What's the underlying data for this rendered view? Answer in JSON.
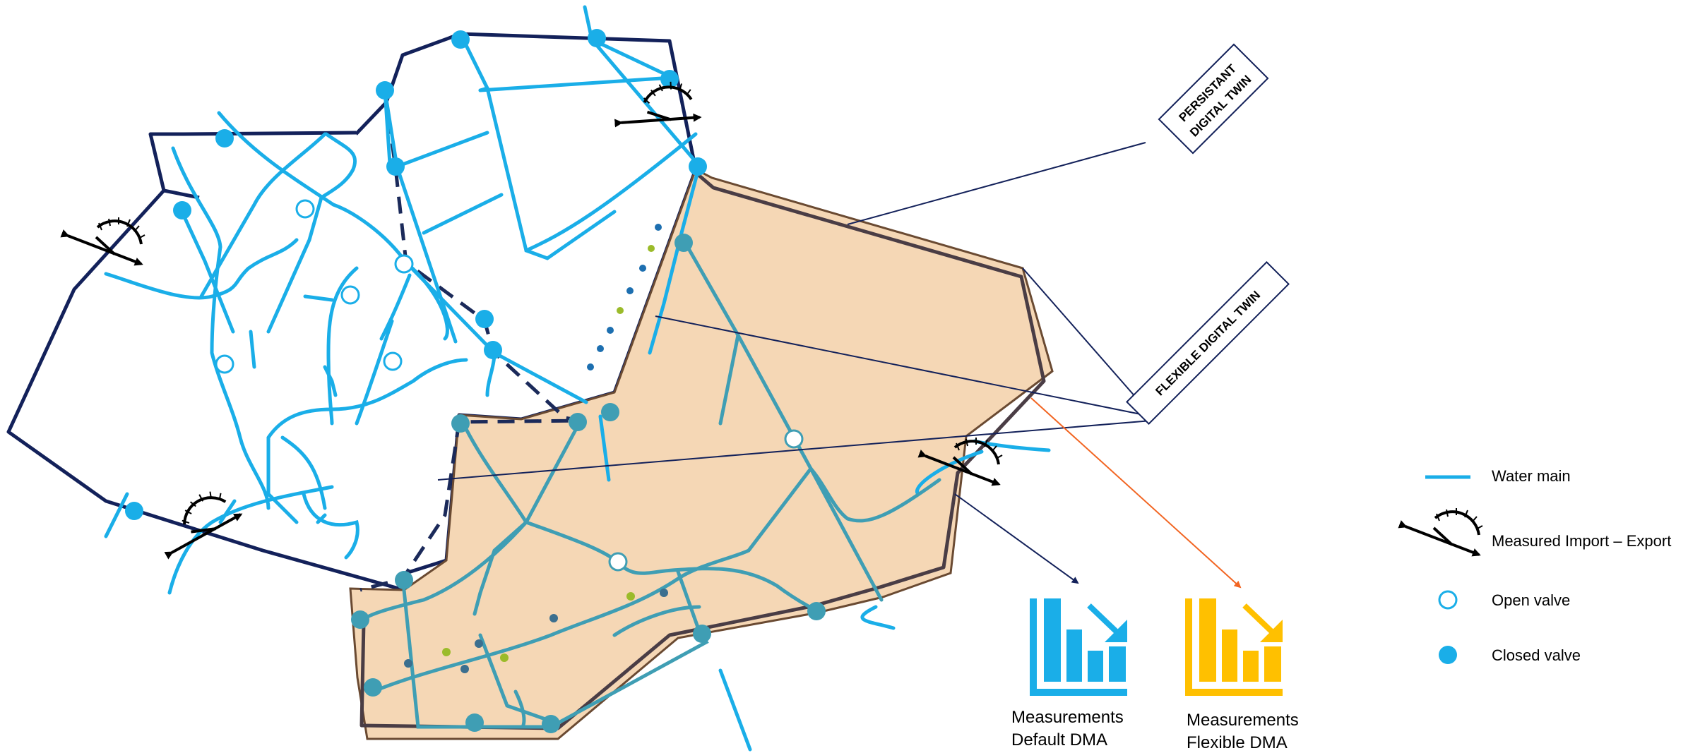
{
  "twins": {
    "persistent": [
      "PERSISTANT",
      "DIGITAL TWIN"
    ],
    "flexible": "FLEXIBLE  DIGITAL TWIN"
  },
  "measurements": {
    "default": [
      "Measurements",
      "Default DMA"
    ],
    "flexible": [
      "Measurements",
      "Flexible DMA"
    ]
  },
  "legend": {
    "water_main": "Water main",
    "meter": "Measured Import – Export",
    "open_valve": "Open valve",
    "closed_valve": "Closed valve"
  },
  "icons": {
    "meter": "flow-meter-icon",
    "default_chart": "bar-chart-down-icon",
    "flexible_chart": "bar-chart-down-icon"
  },
  "colors": {
    "water_main": "#1aaee8",
    "network_boundary": "#13215a",
    "dma_fill": "#f5d7b5",
    "dma_outline": "#4a3d45",
    "dma_pipe": "#3f9eb4",
    "default_dma_chart": "#1aaee8",
    "flexible_dma_chart": "#ffc000",
    "flexible_arrow": "#f26522"
  }
}
